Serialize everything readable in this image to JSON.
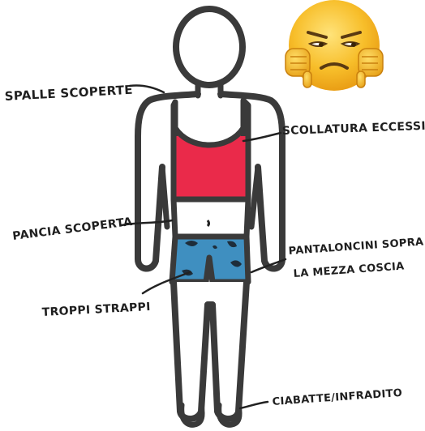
{
  "labels": {
    "spalle": "SPALLE SCOPERTE",
    "scollatura": "SCOLLATURA ECCESSIVA",
    "pancia": "PANCIA SCOPERTA",
    "pantaloncini_1": "PANTALONCINI SOPRA",
    "pantaloncini_2": "LA MEZZA COSCIA",
    "strappi": "TROPPI STRAPPI",
    "ciabatte": "CIABATTE/INFRADITO"
  },
  "emoji": {
    "icon": "unamused-face-thumbs-down-icon"
  },
  "colors": {
    "outline": "#3a3a3a",
    "top": "#ea2a4a",
    "shorts": "#3f8fc0",
    "patch": "#1e2d3a",
    "emoji_face": "#f7be2a"
  }
}
